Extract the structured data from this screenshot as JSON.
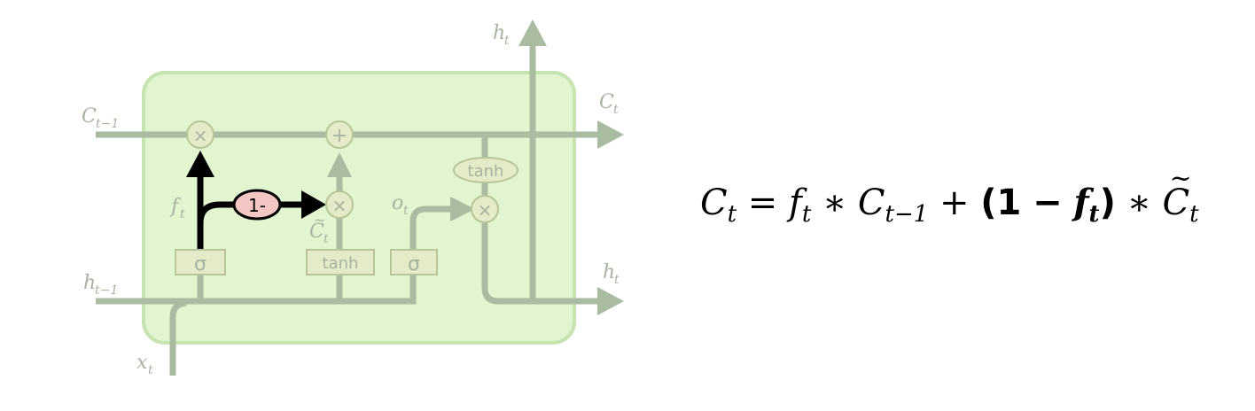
{
  "diagram": {
    "labels": {
      "c_prev": "C",
      "c_prev_sub": "t−1",
      "c_out": "C",
      "c_out_sub": "t",
      "h_top": "h",
      "h_top_sub": "t",
      "h_out": "h",
      "h_out_sub": "t",
      "h_prev": "h",
      "h_prev_sub": "t−1",
      "x_in": "x",
      "x_in_sub": "t",
      "f": "f",
      "f_sub": "t",
      "o": "o",
      "o_sub": "t",
      "c_tilde": "C",
      "c_tilde_sub": "t"
    },
    "ops": {
      "mult": "×",
      "add": "+",
      "sigma": "σ",
      "tanh": "tanh",
      "one_minus": "1-"
    },
    "colors": {
      "cell_fill": "#e0f5d0",
      "cell_stroke": "#c6e3b0",
      "line_faded": "#a9bba0",
      "label_faded": "#a8b2a0",
      "gate_fill": "#e3ebc8",
      "gate_stroke": "#b8c49a",
      "highlight_line": "#000000",
      "one_minus_fill": "#f4c6c4"
    }
  },
  "formula": {
    "lhs": "C",
    "lhs_sub": "t",
    "eq": "=",
    "f": "f",
    "f_sub": "t",
    "star1": "∗",
    "c_prev": "C",
    "c_prev_sub": "t−1",
    "plus": "+",
    "open": "(",
    "one": "1",
    "minus": "−",
    "f_bold": "f",
    "f_bold_sub": "t",
    "close": ")",
    "star2": "∗",
    "c_tilde": "C",
    "c_tilde_sub": "t"
  }
}
